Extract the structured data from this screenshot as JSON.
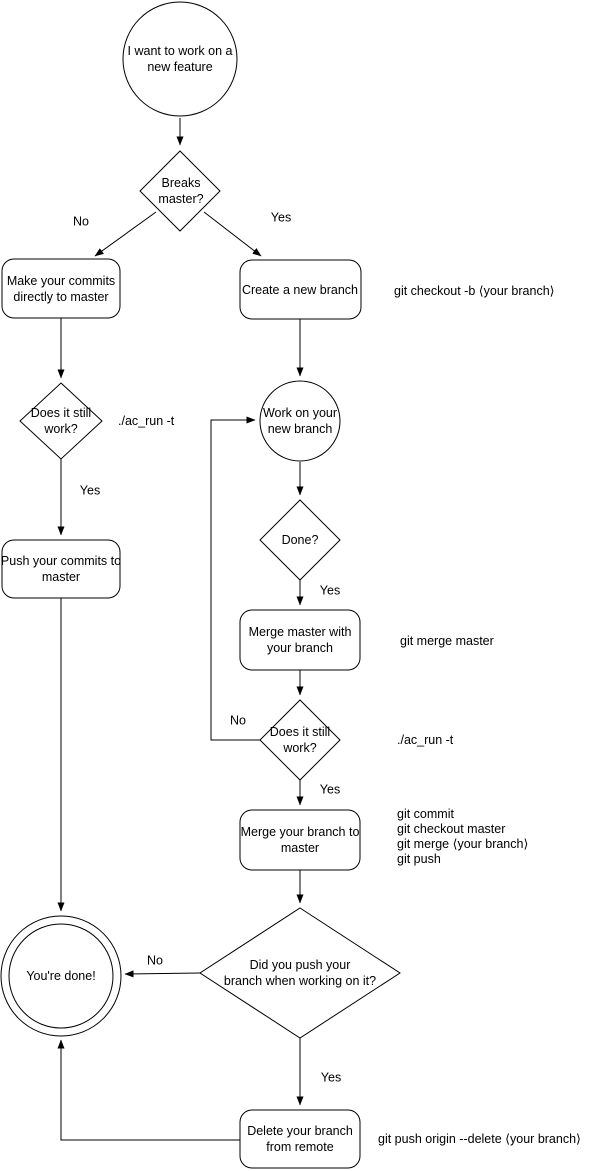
{
  "diagram": {
    "colors": {
      "stroke": "#000000",
      "background": "#ffffff",
      "text": "#000000"
    },
    "nodes": {
      "start": {
        "type": "circle",
        "label": "I want to work on a\nnew feature"
      },
      "breaks_master": {
        "type": "diamond",
        "label": "Breaks\nmaster?"
      },
      "commit_master": {
        "type": "rounded-rect",
        "label": "Make your commits\ndirectly to master"
      },
      "create_branch": {
        "type": "rounded-rect",
        "label": "Create a new branch"
      },
      "still_work_left": {
        "type": "diamond",
        "label": "Does it still\nwork?"
      },
      "push_commits": {
        "type": "rounded-rect",
        "label": "Push your commits to\nmaster"
      },
      "work_branch": {
        "type": "circle",
        "label": "Work on your\nnew branch"
      },
      "done_q": {
        "type": "diamond",
        "label": "Done?"
      },
      "merge_master": {
        "type": "rounded-rect",
        "label": "Merge master with\nyour branch"
      },
      "still_work_mid": {
        "type": "diamond",
        "label": "Does it still\nwork?"
      },
      "merge_branch": {
        "type": "rounded-rect",
        "label": "Merge your branch to\nmaster"
      },
      "did_push": {
        "type": "diamond",
        "label": "Did you push your\nbranch when working on it?"
      },
      "youre_done": {
        "type": "double-circle",
        "label": "You're done!"
      },
      "delete_remote": {
        "type": "rounded-rect",
        "label": "Delete your branch\nfrom remote"
      }
    },
    "edge_labels": {
      "breaks_no": "No",
      "breaks_yes": "Yes",
      "still_left_yes": "Yes",
      "done_yes": "Yes",
      "still_mid_no": "No",
      "still_mid_yes": "Yes",
      "did_push_no": "No",
      "did_push_yes": "Yes"
    },
    "annotations": {
      "checkout_cmd": "git checkout -b ⟨your branch⟩",
      "ac_run_left": "./ac_run -t",
      "merge_master_cmd": "git merge master",
      "ac_run_mid": "./ac_run -t",
      "merge_block": "git commit\ngit checkout master\ngit merge ⟨your branch⟩\ngit push",
      "delete_cmd": "git push origin --delete ⟨your branch⟩"
    }
  }
}
